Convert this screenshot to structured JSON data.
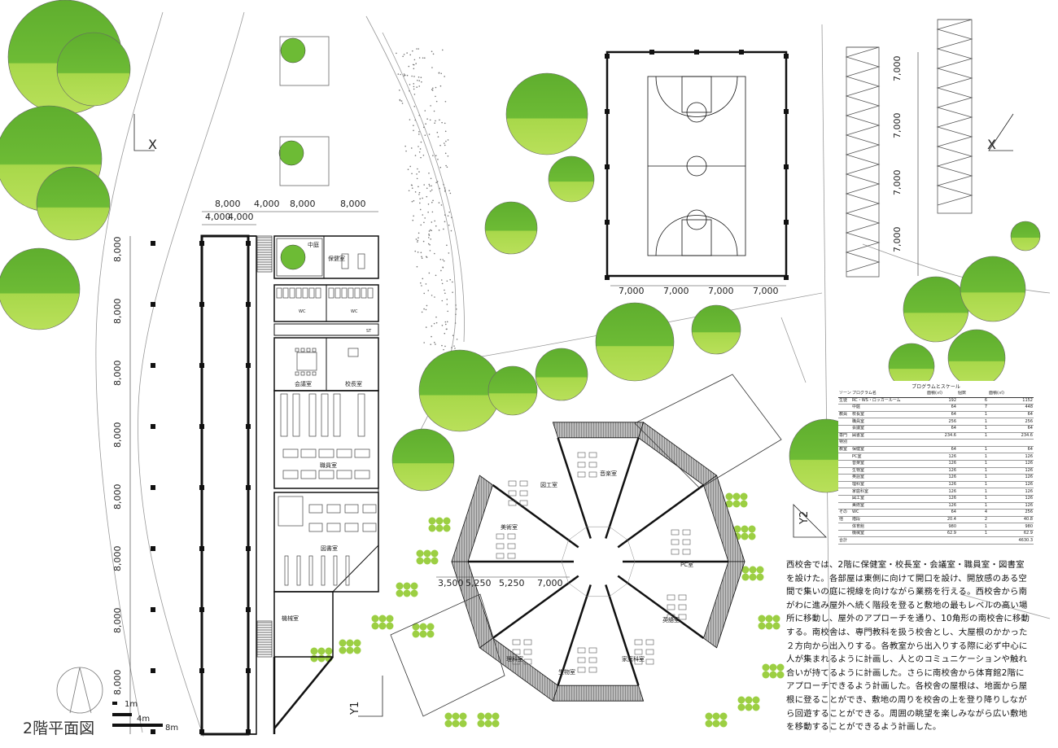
{
  "plan_title": "2階平面図",
  "scale_bar": {
    "a": "1m",
    "b": "4m",
    "c": "8m"
  },
  "section_marks": {
    "x_left": "X",
    "x_right": "X",
    "y1": "Y1",
    "y2": "Y2"
  },
  "west_dims": {
    "top_row": [
      "8,000",
      "4,000",
      "8,000",
      "8,000"
    ],
    "second_row": [
      "4,000",
      "4,000"
    ],
    "side": [
      "8,000",
      "8,000",
      "8,000",
      "8,000",
      "8,000",
      "8,000",
      "8,000",
      "8,000"
    ]
  },
  "court_dims": {
    "bottom": [
      "7,000",
      "7,000",
      "7,000",
      "7,000"
    ],
    "side": [
      "7,000",
      "7,000",
      "7,000",
      "7,000"
    ]
  },
  "south_dims": [
    "3,500",
    "5,250",
    "5,250",
    "7,000"
  ],
  "west_rooms": {
    "courtyard": "中庭",
    "health": "保健室",
    "wc1": "WC",
    "wc2": "WC",
    "st": "ST",
    "meeting": "会議室",
    "principal": "校長室",
    "staff": "職員室",
    "library": "図書室",
    "machine": "機械室"
  },
  "south_rooms": {
    "crafts": "図工室",
    "music": "音楽室",
    "art": "美術室",
    "pc": "PC室",
    "english": "英語室",
    "home": "家庭科室",
    "biology": "生物室",
    "science": "理科室"
  },
  "program_table": {
    "title": "プログラムとスケール",
    "headers": [
      "ゾーン",
      "プログラム名",
      "面積(㎡)",
      "個数",
      "面積(㎡)"
    ],
    "rows": [
      [
        "生徒",
        "RC・WS・ロッカールーム",
        "192",
        "6",
        "1152"
      ],
      [
        "",
        "中庭",
        "64",
        "7",
        "448"
      ],
      [
        "教員",
        "校長室",
        "64",
        "1",
        "64"
      ],
      [
        "",
        "職員室",
        "256",
        "1",
        "256"
      ],
      [
        "",
        "会議室",
        "64",
        "1",
        "64"
      ],
      [
        "専門",
        "図書室",
        "234.6",
        "1",
        "234.6"
      ],
      [
        "特別",
        "",
        "",
        "",
        ""
      ],
      [
        "教室",
        "保健室",
        "64",
        "1",
        "64"
      ],
      [
        "",
        "PC室",
        "126",
        "1",
        "126"
      ],
      [
        "",
        "音楽室",
        "126",
        "1",
        "126"
      ],
      [
        "",
        "生物室",
        "126",
        "1",
        "126"
      ],
      [
        "",
        "英語室",
        "126",
        "1",
        "126"
      ],
      [
        "",
        "理科室",
        "126",
        "1",
        "126"
      ],
      [
        "",
        "家庭科室",
        "126",
        "1",
        "126"
      ],
      [
        "",
        "図工室",
        "126",
        "1",
        "126"
      ],
      [
        "",
        "美術室",
        "126",
        "1",
        "126"
      ],
      [
        "その",
        "WC",
        "64",
        "4",
        "256"
      ],
      [
        "他",
        "階段",
        "20.4",
        "2",
        "40.8"
      ],
      [
        "",
        "体育館",
        "980",
        "1",
        "980"
      ],
      [
        "",
        "機械室",
        "62.9",
        "1",
        "62.9"
      ],
      [
        "合計",
        "",
        "",
        "",
        "4630.3"
      ]
    ]
  },
  "description": "西校舎では、2階に保健室・校長室・会議室・職員室・図書室を設けた。各部屋は東側に向けて開口を設け、開放感のある空間で集いの庭に視線を向けながら業務を行える。西校舎から南がわに進み屋外へ続く階段を登ると敷地の最もレベルの高い場所に移動し、屋外のアプローチを通り、10角形の南校舎に移動する。南校舎は、専門教科を扱う校舎とし、大屋根のかかった２方向から出入りする。各教室から出入りする際に必ず中心に人が集まれるように計画し、人とのコミュニケーションや触れ合いが持てるように計画した。さらに南校舎から体育館2階にアプローチできるよう計画した。各校舎の屋根は、地面から屋根に登ることができ、敷地の周りを校舎の上を登り降りしながら回遊することができる。周囲の眺望を楽しみながら広い敷地を移動することができるよう計画した。",
  "colors": {
    "tree_dark": "#5fae2e",
    "tree_light": "#a8d84a",
    "line": "#111111",
    "roof": "#9a9a9a"
  }
}
